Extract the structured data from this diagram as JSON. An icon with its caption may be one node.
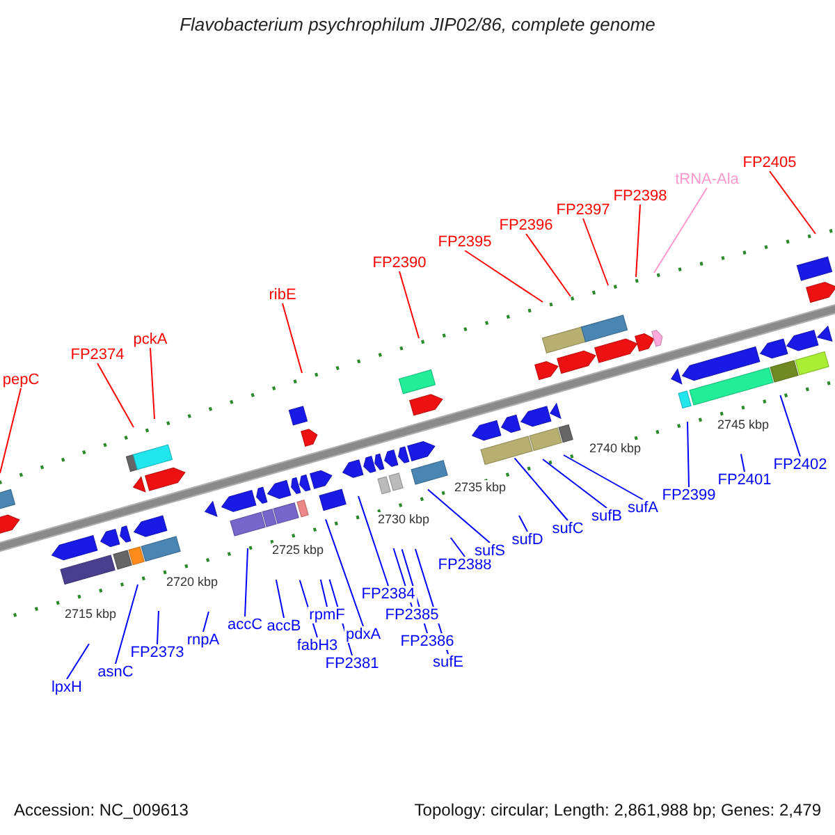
{
  "diagram": {
    "title": "Flavobacterium psychrophilum JIP02/86, complete genome",
    "nodes": [
      {
        "text": [
          "pepC"
        ]
      },
      {
        "text": [
          "FP2374"
        ]
      },
      {
        "text": [
          "pckA"
        ]
      },
      {
        "text": [
          "ribE"
        ]
      },
      {
        "text": [
          "FP2390"
        ]
      },
      {
        "text": [
          "FP2395"
        ]
      },
      {
        "text": [
          "FP2396"
        ]
      },
      {
        "text": [
          "FP2397"
        ]
      },
      {
        "text": [
          "FP2398"
        ]
      },
      {
        "text": [
          "tRNA-Ala"
        ]
      },
      {
        "text": [
          "FP2405"
        ]
      },
      {
        "text": [
          "lpxH"
        ]
      },
      {
        "text": [
          "asnC"
        ]
      },
      {
        "text": [
          "FP2373"
        ]
      },
      {
        "text": [
          "rnpA"
        ]
      },
      {
        "text": [
          "accC"
        ]
      },
      {
        "text": [
          "accB"
        ]
      },
      {
        "text": [
          "fabH3"
        ]
      },
      {
        "text": [
          "rpmF"
        ]
      },
      {
        "text": [
          "FP2381"
        ]
      },
      {
        "text": [
          "pdxA"
        ]
      },
      {
        "text": [
          "FP2384"
        ]
      },
      {
        "text": [
          "FP2385"
        ]
      },
      {
        "text": [
          "FP2386"
        ]
      },
      {
        "text": [
          "sufE"
        ]
      },
      {
        "text": [
          "FP2388"
        ]
      },
      {
        "text": [
          "sufS"
        ]
      },
      {
        "text": [
          "sufD"
        ]
      },
      {
        "text": [
          "sufC"
        ]
      },
      {
        "text": [
          "sufB"
        ]
      },
      {
        "text": [
          "sufA"
        ]
      },
      {
        "text": [
          "FP2399"
        ]
      },
      {
        "text": [
          "FP2401"
        ]
      },
      {
        "text": [
          "FP2402"
        ]
      }
    ],
    "edges": [
      {
        "from": 0,
        "to": null,
        "arrow": "none",
        "color": "#ff0000"
      },
      {
        "from": 1,
        "to": null,
        "arrow": "none",
        "color": "#ff0000"
      },
      {
        "from": 2,
        "to": null,
        "arrow": "none",
        "color": "#ff0000"
      },
      {
        "from": 3,
        "to": null,
        "arrow": "none",
        "color": "#ff0000"
      },
      {
        "from": 4,
        "to": null,
        "arrow": "none",
        "color": "#ff0000"
      },
      {
        "from": 5,
        "to": null,
        "arrow": "none",
        "color": "#ff0000"
      },
      {
        "from": 6,
        "to": null,
        "arrow": "none",
        "color": "#ff0000"
      },
      {
        "from": 7,
        "to": null,
        "arrow": "none",
        "color": "#ff0000"
      },
      {
        "from": 8,
        "to": null,
        "arrow": "none",
        "color": "#ff0000"
      },
      {
        "from": 9,
        "to": null,
        "arrow": "none",
        "color": "#ff99cc"
      },
      {
        "from": 10,
        "to": null,
        "arrow": "none",
        "color": "#ff0000"
      },
      {
        "from": 11,
        "to": null,
        "arrow": "none"
      },
      {
        "from": 12,
        "to": null,
        "arrow": "none"
      },
      {
        "from": 13,
        "to": null,
        "arrow": "none"
      },
      {
        "from": 14,
        "to": null,
        "arrow": "none"
      },
      {
        "from": 15,
        "to": null,
        "arrow": "none"
      },
      {
        "from": 16,
        "to": null,
        "arrow": "none"
      },
      {
        "from": 17,
        "to": null,
        "arrow": "none"
      },
      {
        "from": 18,
        "to": null,
        "arrow": "none"
      },
      {
        "from": 19,
        "to": null,
        "arrow": "none"
      },
      {
        "from": 20,
        "to": null,
        "arrow": "none"
      },
      {
        "from": 21,
        "to": null,
        "arrow": "none"
      },
      {
        "from": 22,
        "to": null,
        "arrow": "none"
      },
      {
        "from": 23,
        "to": null,
        "arrow": "none"
      },
      {
        "from": 24,
        "to": null,
        "arrow": "none"
      },
      {
        "from": 25,
        "to": null,
        "arrow": "none"
      },
      {
        "from": 26,
        "to": null,
        "arrow": "none"
      },
      {
        "from": 27,
        "to": null,
        "arrow": "none"
      },
      {
        "from": 28,
        "to": null,
        "arrow": "none"
      },
      {
        "from": 29,
        "to": null,
        "arrow": "none"
      },
      {
        "from": 30,
        "to": null,
        "arrow": "none"
      },
      {
        "from": 31,
        "to": null,
        "arrow": "none"
      },
      {
        "from": 32,
        "to": null,
        "arrow": "none"
      },
      {
        "from": 33,
        "to": null,
        "arrow": "none"
      }
    ],
    "labels": [
      "2715 kbp",
      "2720 kbp",
      "2725 kbp",
      "2730 kbp",
      "2735 kbp",
      "2740 kbp",
      "2745 kbp",
      "Accession: NC_009613",
      "Topology: circular; Length: 2,861,988 bp; Genes: 2,479"
    ]
  }
}
